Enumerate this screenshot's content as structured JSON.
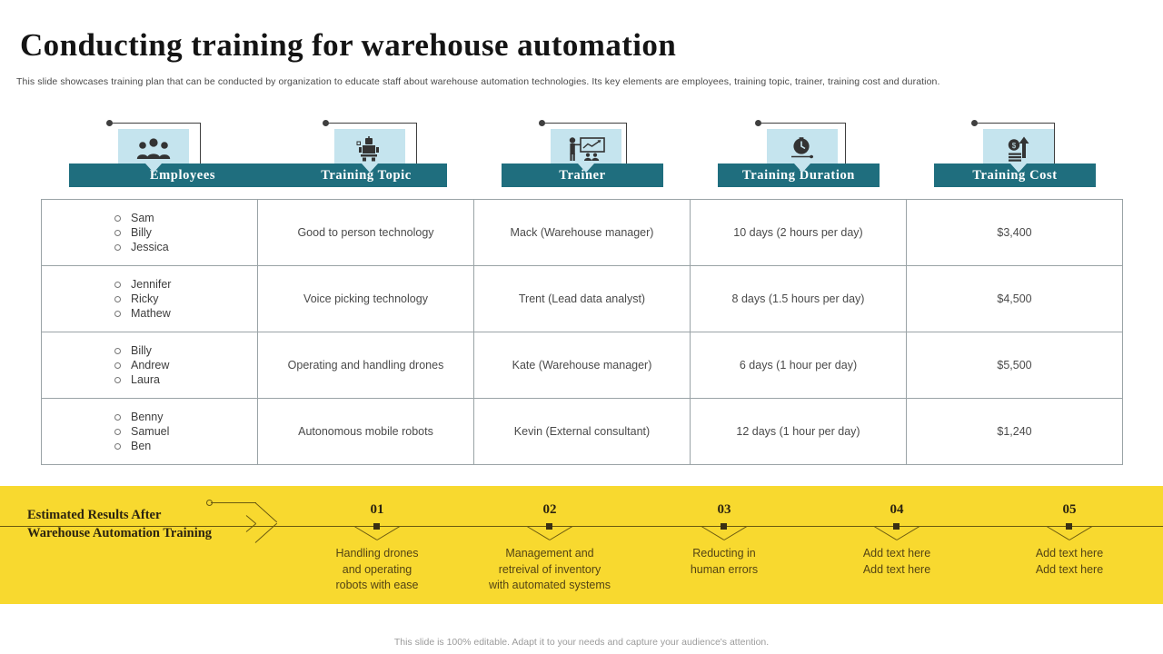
{
  "slide": {
    "title": "Conducting training for warehouse automation",
    "subtitle": "This slide showcases training plan that can be conducted by organization to educate staff about warehouse automation technologies. Its key elements are employees, training topic, trainer, training cost and duration.",
    "footer": "This slide is 100% editable. Adapt it to your needs and capture your audience's attention."
  },
  "colors": {
    "teal": "#1F6E7E",
    "light_blue": "#C5E4EE",
    "yellow": "#F8D92F",
    "band_text": "#544414",
    "table_border": "#9AA3A6"
  },
  "columns": [
    {
      "label": "Employees",
      "icon": "people-group-icon"
    },
    {
      "label": "Training  Topic",
      "icon": "robot-machine-icon"
    },
    {
      "label": "Trainer",
      "icon": "presenter-whiteboard-icon"
    },
    {
      "label": "Training  Duration",
      "icon": "clock-time-icon"
    },
    {
      "label": "Training  Cost",
      "icon": "money-growth-icon"
    }
  ],
  "table": {
    "rows": [
      {
        "employees": [
          "Sam",
          "Billy",
          "Jessica"
        ],
        "topic": "Good to person technology",
        "trainer": "Mack (Warehouse  manager)",
        "duration": "10 days (2 hours per day)",
        "cost": "$3,400"
      },
      {
        "employees": [
          "Jennifer",
          "Ricky",
          "Mathew"
        ],
        "topic": "Voice picking technology",
        "trainer": "Trent  (Lead data analyst)",
        "duration": "8 days (1.5 hours per day)",
        "cost": "$4,500"
      },
      {
        "employees": [
          "Billy",
          "Andrew",
          "Laura"
        ],
        "topic": "Operating  and handling drones",
        "trainer": "Kate (Warehouse  manager)",
        "duration": "6 days (1 hour per day)",
        "cost": "$5,500"
      },
      {
        "employees": [
          "Benny",
          "Samuel",
          "Ben"
        ],
        "topic": "Autonomous mobile robots",
        "trainer": "Kevin  (External consultant)",
        "duration": "12 days (1 hour  per day)",
        "cost": "$1,240"
      }
    ]
  },
  "results": {
    "label_line1": "Estimated  Results After",
    "label_line2": "Warehouse  Automation  Training",
    "steps": [
      {
        "num": "01",
        "text": "Handling drones\nand operating\nrobots with ease"
      },
      {
        "num": "02",
        "text": "Management and\nretreival of inventory\nwith automated systems"
      },
      {
        "num": "03",
        "text": "Reducting in\nhuman errors"
      },
      {
        "num": "04",
        "text": "Add text here\nAdd text here"
      },
      {
        "num": "05",
        "text": "Add text here\nAdd text here"
      }
    ]
  }
}
